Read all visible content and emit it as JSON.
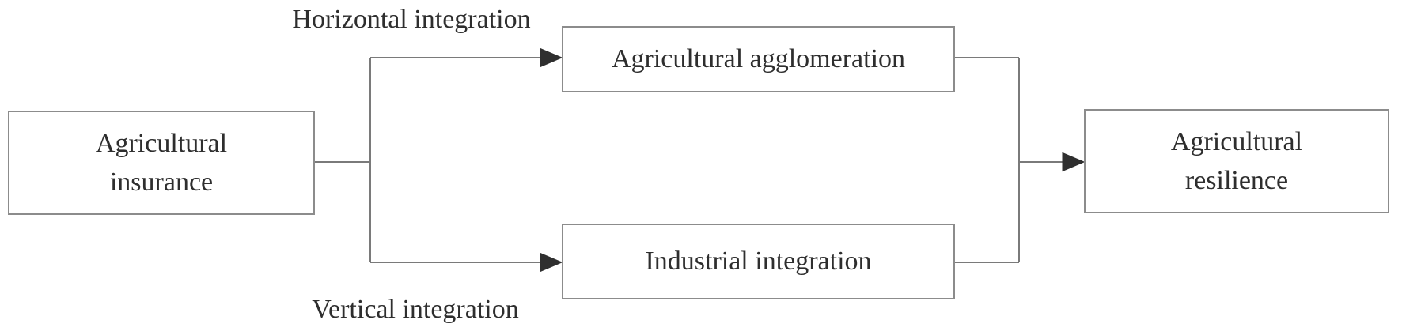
{
  "diagram": {
    "type": "flowchart",
    "nodes": {
      "insurance": {
        "label": "Agricultural insurance"
      },
      "agglomeration": {
        "label": "Agricultural agglomeration"
      },
      "industrial": {
        "label": "Industrial integration"
      },
      "resilience": {
        "label": "Agricultural resilience"
      }
    },
    "edge_labels": {
      "horizontal": "Horizontal integration",
      "vertical": "Vertical integration"
    },
    "edges": [
      {
        "from": "insurance",
        "to": "agglomeration",
        "label": "Horizontal integration"
      },
      {
        "from": "insurance",
        "to": "industrial",
        "label": "Vertical integration"
      },
      {
        "from": "agglomeration",
        "to": "resilience",
        "label": ""
      },
      {
        "from": "industrial",
        "to": "resilience",
        "label": ""
      }
    ],
    "colors": {
      "background": "#ffffff",
      "box_border": "#8c8c8c",
      "line": "#7a7a7a",
      "arrowhead": "#2f2f2f",
      "text": "#2e2e2e"
    }
  }
}
